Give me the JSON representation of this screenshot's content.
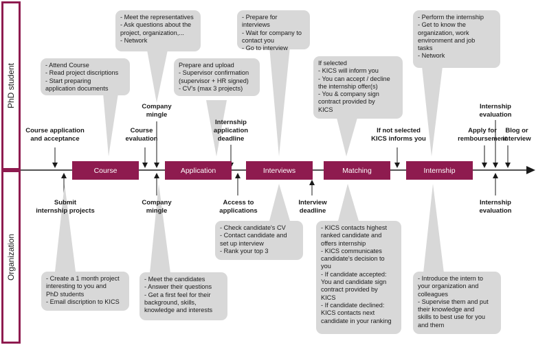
{
  "lanes": {
    "top": "PhD student",
    "bottom": "Organization"
  },
  "stages": [
    {
      "label": "Course"
    },
    {
      "label": "Application"
    },
    {
      "label": "Interviews"
    },
    {
      "label": "Matching"
    },
    {
      "label": "Internship"
    }
  ],
  "top_events": [
    {
      "label": "Course application\nand acceptance"
    },
    {
      "label": "Course\nevaluation"
    },
    {
      "label": "Company\nmingle"
    },
    {
      "label": "Internship\napplication\ndeadline"
    },
    {
      "label": "If not selected\nKICS informs you"
    },
    {
      "label": "Apply for\nremboursement"
    },
    {
      "label": "Internship\nevaluation"
    },
    {
      "label": "Blog or\ninterview"
    }
  ],
  "bottom_events": [
    {
      "label": "Submit\ninternship projects"
    },
    {
      "label": "Company\nmingle"
    },
    {
      "label": "Access to\napplications"
    },
    {
      "label": "Interview\ndeadline"
    },
    {
      "label": "Internship\nevaluation"
    }
  ],
  "top_bubbles": [
    {
      "text": "- Attend Course\n- Read project discriptions\n- Start preparing\n  application documents"
    },
    {
      "text": "- Meet the representatives\n- Ask questions about the\n  project, organization,...\n- Network"
    },
    {
      "text": "Prepare and upload\n- Supervisor confirmation\n  (supervisor + HR signed)\n- CV's (max 3 projects)"
    },
    {
      "text": "- Prepare for interviews\n- Wait for company to\n  contact you\n- Go to interview"
    },
    {
      "text": "If selected\n- KICS will inform you\n- You can accept / decline\n  the internship offer(s)\n- You & company sign\n  contract provided by\n  KICS"
    },
    {
      "text": "- Perform the internship\n- Get to know the\n  organization, work\n  environment and job\n  tasks\n- Network"
    }
  ],
  "bottom_bubbles": [
    {
      "text": "- Create a 1 month project\n  interesting to you and\n  PhD students\n- Email discription to KICS"
    },
    {
      "text": "- Meet the candidates\n- Answer their questions\n- Get a first feel for their\n  background, skills,\n  knowledge and interests"
    },
    {
      "text": "- Check candidate's CV\n- Contact candidate and\n  set up interview\n- Rank your top 3"
    },
    {
      "text": "- KICS contacts highest\n  ranked candidate and\n  offers internship\n- KICS communicates\n  candidate's decision to\n  you\n- If candidate accepted:\n  You and candidate sign\n  contract provided by\n  KICS\n- If candidate declined:\n  KICS contacts next\n  candidate in your ranking"
    },
    {
      "text": "- Introduce the intern to\n  your organization and\n  colleagues\n- Supervise them and put\n  their knowledge and\n  skills to best use for you\n  and them"
    }
  ],
  "colors": {
    "accent": "#8e1b4f",
    "bubble": "#d8d8d8",
    "line": "#1a1a1a"
  }
}
